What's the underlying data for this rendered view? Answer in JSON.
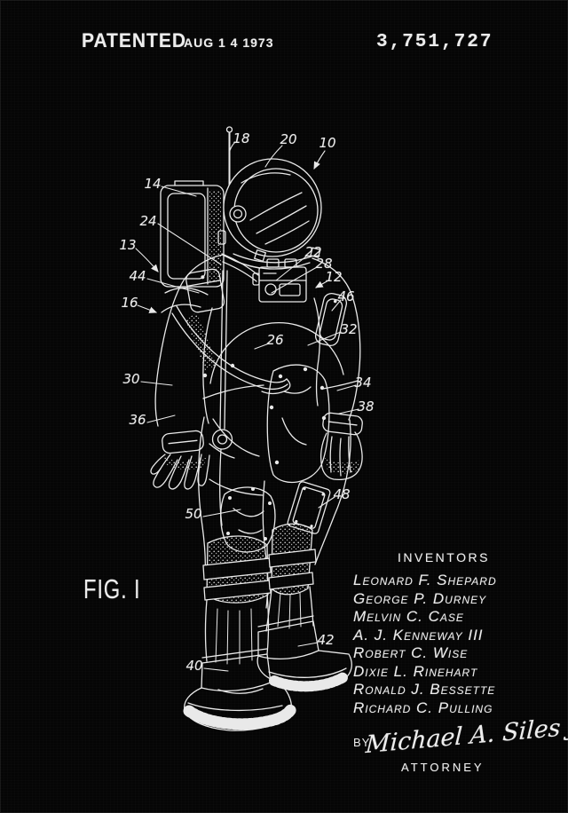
{
  "colors": {
    "background": "#050505",
    "ink": "#ededed"
  },
  "header": {
    "patented_label": "PATENTED",
    "patented_date": "AUG 1 4 1973",
    "patent_number": "3,751,727"
  },
  "figure": {
    "caption": "FIG. I",
    "ref_labels": [
      "18",
      "20",
      "10",
      "14",
      "24",
      "13",
      "44",
      "16",
      "22",
      "28",
      "12",
      "46",
      "32",
      "26",
      "30",
      "34",
      "36",
      "38",
      "48",
      "50",
      "42",
      "40"
    ]
  },
  "inventors": {
    "heading": "INVENTORS",
    "names": [
      "Leonard F. Shepard",
      "George P. Durney",
      "Melvin C. Case",
      "A. J. Kenneway III",
      "Robert C. Wise",
      "Dixie L. Rinehart",
      "Ronald J. Bessette",
      "Richard C. Pulling"
    ]
  },
  "signature": {
    "by_label": "BY",
    "name": "Michael A. Siles Jr.",
    "attorney_label": "ATTORNEY"
  }
}
